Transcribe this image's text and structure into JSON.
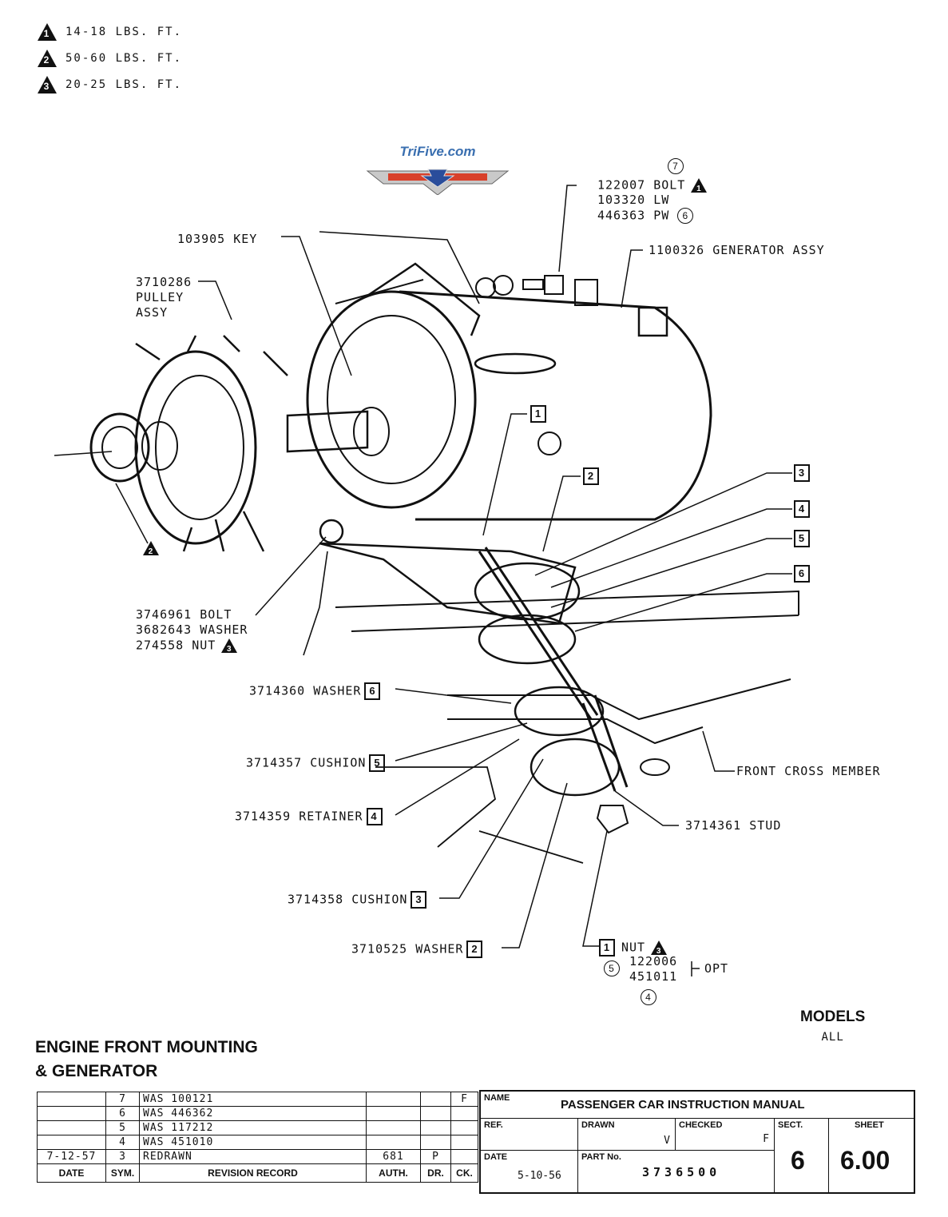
{
  "torque_specs": [
    {
      "num": "1",
      "text": "14-18 LBS. FT."
    },
    {
      "num": "2",
      "text": "50-60 LBS. FT."
    },
    {
      "num": "3",
      "text": "20-25 LBS. FT."
    }
  ],
  "logo": {
    "text": "TriFive.com"
  },
  "callouts": {
    "bolt_group": {
      "circle_top": "7",
      "line1": "122007 BOLT",
      "tri1": "1",
      "line2": "103320 LW",
      "line3": "446363 PW",
      "circle": "6"
    },
    "generator": "1100326 GENERATOR ASSY",
    "key": "103905 KEY",
    "pulley": {
      "line1": "3710286",
      "line2": "PULLEY",
      "line3": "ASSY"
    },
    "pulley_nut_tri": "2",
    "mount_bolt": {
      "line1": "3746961 BOLT",
      "line2": "3682643 WASHER",
      "line3": "274558  NUT",
      "tri": "3"
    },
    "washer6": {
      "text": "3714360 WASHER",
      "box": "6"
    },
    "cushion5": {
      "text": "3714357 CUSHION",
      "box": "5"
    },
    "retainer4": {
      "text": "3714359 RETAINER",
      "box": "4"
    },
    "cushion3": {
      "text": "3714358 CUSHION",
      "box": "3"
    },
    "washer2": {
      "text": "3710525 WASHER",
      "box": "2"
    },
    "nut1": {
      "box": "1",
      "text": "NUT",
      "tri": "3",
      "circ5": "5",
      "line2": "122006",
      "line3": "451011",
      "opt": "OPT",
      "circ4": "4"
    },
    "stud": "3714361 STUD",
    "cross_member": "FRONT CROSS MEMBER",
    "boxes_right": [
      "1",
      "2",
      "3",
      "4",
      "5",
      "6"
    ]
  },
  "title": {
    "line1": "ENGINE FRONT MOUNTING",
    "line2": "& GENERATOR"
  },
  "models": {
    "heading": "MODELS",
    "value": "ALL"
  },
  "revisions": {
    "rows": [
      {
        "date": "",
        "sym": "7",
        "record": "WAS 100121",
        "auth": "",
        "dr": "",
        "ck": "F"
      },
      {
        "date": "",
        "sym": "6",
        "record": "WAS 446362",
        "auth": "",
        "dr": "",
        "ck": ""
      },
      {
        "date": "",
        "sym": "5",
        "record": "WAS 117212",
        "auth": "",
        "dr": "",
        "ck": ""
      },
      {
        "date": "",
        "sym": "4",
        "record": "WAS 451010",
        "auth": "",
        "dr": "",
        "ck": ""
      },
      {
        "date": "7-12-57",
        "sym": "3",
        "record": "REDRAWN",
        "auth": "681",
        "dr": "P",
        "ck": ""
      }
    ],
    "headers": {
      "date": "DATE",
      "sym": "SYM.",
      "record": "REVISION RECORD",
      "auth": "AUTH.",
      "dr": "DR.",
      "ck": "CK."
    }
  },
  "title_block": {
    "name_label": "NAME",
    "name_value": "PASSENGER CAR INSTRUCTION MANUAL",
    "ref_label": "REF.",
    "drawn_label": "DRAWN",
    "drawn_value": "V",
    "checked_label": "CHECKED",
    "checked_value": "F",
    "sect_label": "SECT.",
    "sect_value": "6",
    "sheet_label": "SHEET",
    "sheet_value": "6.00",
    "date_label": "DATE",
    "date_value": "5-10-56",
    "part_label": "PART No.",
    "part_value": "3736500"
  }
}
